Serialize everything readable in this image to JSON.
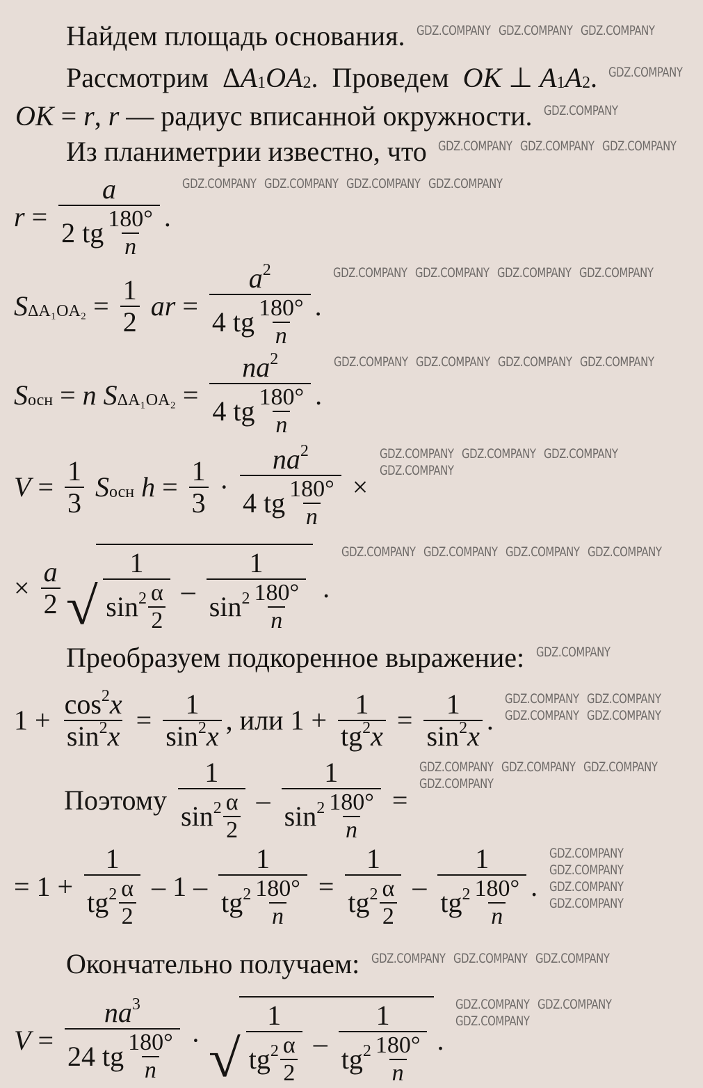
{
  "watermark": "GDZ.COMPANY",
  "lines": [
    {
      "name": "text-find-base-area",
      "tokens": [
        "Найдем площадь основания."
      ]
    },
    {
      "name": "text-consider-triangle",
      "tokens": [
        "Рассмотрим  Δ",
        {
          "i": "A"
        },
        {
          "sub": "1"
        },
        {
          "i": "OA"
        },
        {
          "sub": "2"
        },
        ".  Проведем  ",
        {
          "i": "OK"
        },
        " ⊥ ",
        {
          "i": "A"
        },
        {
          "sub": "1"
        },
        {
          "i": "A"
        },
        {
          "sub": "2"
        },
        "."
      ]
    },
    {
      "name": "text-ok-radius",
      "tokens": [
        {
          "i": "OK"
        },
        " = ",
        {
          "i": "r"
        },
        ", ",
        {
          "i": "r"
        },
        " — радиус вписанной окружности."
      ]
    },
    {
      "name": "text-from-planimetry",
      "tokens": [
        "Из планиметрии известно, что"
      ]
    },
    {
      "name": "formula-radius",
      "tokens": [
        {
          "i": "r"
        },
        " = ",
        {
          "frac": [
            [
              {
                "i": "a"
              }
            ],
            [
              "2 tg",
              {
                "frac": [
                  [
                    "180°"
                  ],
                  [
                    {
                      "i": "n"
                    }
                  ]
                ]
              }
            ]
          ]
        },
        "."
      ]
    },
    {
      "name": "formula-triangle-area",
      "tokens": [
        {
          "i": "S"
        },
        {
          "sub": "ΔA₁OA₂"
        },
        " = ",
        {
          "frac": [
            [
              "1"
            ],
            [
              "2"
            ]
          ]
        },
        " ",
        {
          "i": "ar"
        },
        " = ",
        {
          "frac": [
            [
              {
                "i": "a"
              },
              {
                "sup": "2"
              }
            ],
            [
              "4 tg",
              {
                "frac": [
                  [
                    "180°"
                  ],
                  [
                    {
                      "i": "n"
                    }
                  ]
                ]
              }
            ]
          ]
        },
        "."
      ]
    },
    {
      "name": "formula-base-area",
      "tokens": [
        {
          "i": "S"
        },
        {
          "sub": "осн"
        },
        " = ",
        {
          "i": "n"
        },
        " ",
        {
          "i": "S"
        },
        {
          "sub": "ΔA₁OA₂"
        },
        " = ",
        {
          "frac": [
            [
              {
                "i": "na"
              },
              {
                "sup": "2"
              }
            ],
            [
              "4 tg",
              {
                "frac": [
                  [
                    "180°"
                  ],
                  [
                    {
                      "i": "n"
                    }
                  ]
                ]
              }
            ]
          ]
        },
        "."
      ]
    },
    {
      "name": "formula-volume-part1",
      "tokens": [
        {
          "i": "V"
        },
        " = ",
        {
          "frac": [
            [
              "1"
            ],
            [
              "3"
            ]
          ]
        },
        " ",
        {
          "i": "S"
        },
        {
          "sub": "осн"
        },
        " ",
        {
          "i": "h"
        },
        " = ",
        {
          "frac": [
            [
              "1"
            ],
            [
              "3"
            ]
          ]
        },
        " · ",
        {
          "frac": [
            [
              {
                "i": "na"
              },
              {
                "sup": "2"
              }
            ],
            [
              "4 tg",
              {
                "frac": [
                  [
                    "180°"
                  ],
                  [
                    {
                      "i": "n"
                    }
                  ]
                ]
              }
            ]
          ]
        },
        " ×"
      ]
    },
    {
      "name": "formula-volume-part2",
      "tokens": [
        "× ",
        {
          "frac": [
            [
              {
                "i": "a"
              }
            ],
            [
              "2"
            ]
          ]
        },
        {
          "sqrt": [
            {
              "frac": [
                [
                  "1"
                ],
                [
                  "sin",
                  {
                    "sup": "2"
                  },
                  {
                    "frac": [
                      [
                        "α"
                      ],
                      [
                        "2"
                      ]
                    ]
                  }
                ]
              ]
            },
            " – ",
            {
              "frac": [
                [
                  "1"
                ],
                [
                  "sin",
                  {
                    "sup": "2"
                  },
                  {
                    "frac": [
                      [
                        "180°"
                      ],
                      [
                        {
                          "i": "n"
                        }
                      ]
                    ]
                  }
                ]
              ]
            }
          ]
        },
        " ."
      ]
    },
    {
      "name": "text-transform-radicand",
      "tokens": [
        "Преобразуем подкоренное выражение:"
      ]
    },
    {
      "name": "formula-identity",
      "tokens": [
        "1 + ",
        {
          "frac": [
            [
              "cos",
              {
                "sup": "2"
              },
              {
                "i": "x"
              }
            ],
            [
              "sin",
              {
                "sup": "2"
              },
              {
                "i": "x"
              }
            ]
          ]
        },
        " = ",
        {
          "frac": [
            [
              "1"
            ],
            [
              "sin",
              {
                "sup": "2"
              },
              {
                "i": "x"
              }
            ]
          ]
        },
        ", или 1 + ",
        {
          "frac": [
            [
              "1"
            ],
            [
              "tg",
              {
                "sup": "2"
              },
              {
                "i": "x"
              }
            ]
          ]
        },
        " = ",
        {
          "frac": [
            [
              "1"
            ],
            [
              "sin",
              {
                "sup": "2"
              },
              {
                "i": "x"
              }
            ]
          ]
        },
        "."
      ]
    },
    {
      "name": "formula-therefore",
      "tokens": [
        "Поэтому ",
        {
          "frac": [
            [
              "1"
            ],
            [
              "sin",
              {
                "sup": "2"
              },
              {
                "frac": [
                  [
                    "α"
                  ],
                  [
                    "2"
                  ]
                ]
              }
            ]
          ]
        },
        " – ",
        {
          "frac": [
            [
              "1"
            ],
            [
              "sin",
              {
                "sup": "2"
              },
              {
                "frac": [
                  [
                    "180°"
                  ],
                  [
                    {
                      "i": "n"
                    }
                  ]
                ]
              }
            ]
          ]
        },
        " ="
      ]
    },
    {
      "name": "formula-therefore-cont",
      "tokens": [
        "= 1 + ",
        {
          "frac": [
            [
              "1"
            ],
            [
              "tg",
              {
                "sup": "2"
              },
              {
                "frac": [
                  [
                    "α"
                  ],
                  [
                    "2"
                  ]
                ]
              }
            ]
          ]
        },
        " – 1 – ",
        {
          "frac": [
            [
              "1"
            ],
            [
              "tg",
              {
                "sup": "2"
              },
              {
                "frac": [
                  [
                    "180°"
                  ],
                  [
                    {
                      "i": "n"
                    }
                  ]
                ]
              }
            ]
          ]
        },
        " = ",
        {
          "frac": [
            [
              "1"
            ],
            [
              "tg",
              {
                "sup": "2"
              },
              {
                "frac": [
                  [
                    "α"
                  ],
                  [
                    "2"
                  ]
                ]
              }
            ]
          ]
        },
        " – ",
        {
          "frac": [
            [
              "1"
            ],
            [
              "tg",
              {
                "sup": "2"
              },
              {
                "frac": [
                  [
                    "180°"
                  ],
                  [
                    {
                      "i": "n"
                    }
                  ]
                ]
              }
            ]
          ]
        },
        "."
      ]
    },
    {
      "name": "text-finally",
      "tokens": [
        "Окончательно получаем:"
      ]
    },
    {
      "name": "formula-final-volume",
      "tokens": [
        {
          "i": "V"
        },
        " = ",
        {
          "frac": [
            [
              {
                "i": "na"
              },
              {
                "sup": "3"
              }
            ],
            [
              "24 tg",
              {
                "frac": [
                  [
                    "180°"
                  ],
                  [
                    {
                      "i": "n"
                    }
                  ]
                ]
              }
            ]
          ]
        },
        " · ",
        {
          "sqrt": [
            {
              "frac": [
                [
                  "1"
                ],
                [
                  "tg",
                  {
                    "sup": "2"
                  },
                  {
                    "frac": [
                      [
                        "α"
                      ],
                      [
                        "2"
                      ]
                    ]
                  }
                ]
              ]
            },
            " – ",
            {
              "frac": [
                [
                  "1"
                ],
                [
                  "tg",
                  {
                    "sup": "2"
                  },
                  {
                    "frac": [
                      [
                        "180°"
                      ],
                      [
                        {
                          "i": "n"
                        }
                      ]
                    ]
                  }
                ]
              ]
            }
          ]
        },
        "."
      ]
    }
  ]
}
